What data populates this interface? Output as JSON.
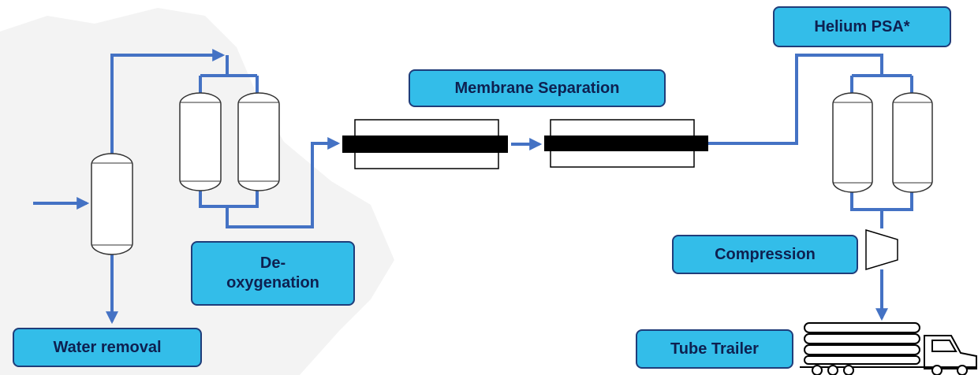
{
  "labels": {
    "water_removal": "Water removal",
    "deoxygenation": "De-\noxygenation",
    "membrane_separation": "Membrane Separation",
    "helium_psa": "Helium PSA*",
    "compression": "Compression",
    "tube_trailer": "Tube Trailer"
  },
  "colors": {
    "flow_line": "#4472c4",
    "label_fill": "#33bde9",
    "label_border": "#1f3d7a",
    "label_text": "#0e2050",
    "equipment_stroke": "#333333",
    "membrane_core": "#000000"
  }
}
